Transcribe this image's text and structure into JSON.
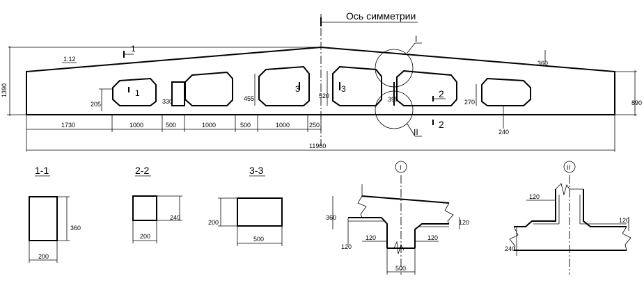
{
  "title": "Ось симметрии",
  "slope": "1:12",
  "dims": {
    "height_left": "1390",
    "height_right": "890",
    "bottom_segments": [
      "1730",
      "1000",
      "500",
      "1000",
      "500",
      "1000",
      "250"
    ],
    "total_length": "11960",
    "top_chord": "360",
    "bottom_chord": "240",
    "post_205": "205",
    "post_330": "330",
    "post_455": "455",
    "post_520": "520",
    "post_395": "395",
    "post_270": "270"
  },
  "callouts": {
    "node1": "I",
    "node2": "II"
  },
  "cut_marks": {
    "c1a": "1",
    "c1b": "1",
    "c2a": "2",
    "c2b": "2",
    "c3a": "3",
    "c3b": "3"
  },
  "sections": [
    {
      "title": "1-1",
      "width": "200",
      "height": "360"
    },
    {
      "title": "2-2",
      "width": "200",
      "height": "240"
    },
    {
      "title": "3-3",
      "width": "500",
      "height": "200"
    }
  ],
  "node_I": {
    "label": "I",
    "d360": "360",
    "d120_right": "120",
    "d120_left": "120",
    "d120_mid_left": "120",
    "d120_mid_right": "120",
    "d500": "500"
  },
  "node_II": {
    "label": "II",
    "d120_top": "120",
    "d120_right": "120",
    "d240": "240"
  }
}
